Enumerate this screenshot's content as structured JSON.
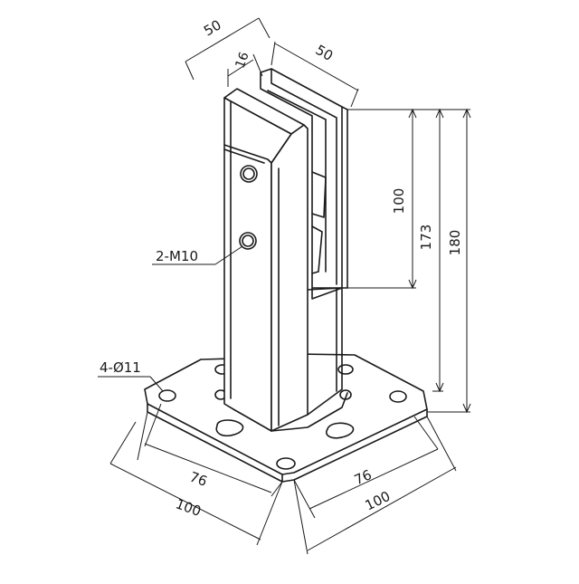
{
  "dimensions": {
    "top_width": "50",
    "glass_slot": "16",
    "depth": "50",
    "clamp_height": "100",
    "post_height": "173",
    "total_height": "180",
    "base_hole_spacing_left": "76",
    "base_width_left": "100",
    "base_hole_spacing_right": "76",
    "base_width_right": "100"
  },
  "callouts": {
    "threaded_holes": "2-M10",
    "base_holes": "4-Ø11"
  }
}
